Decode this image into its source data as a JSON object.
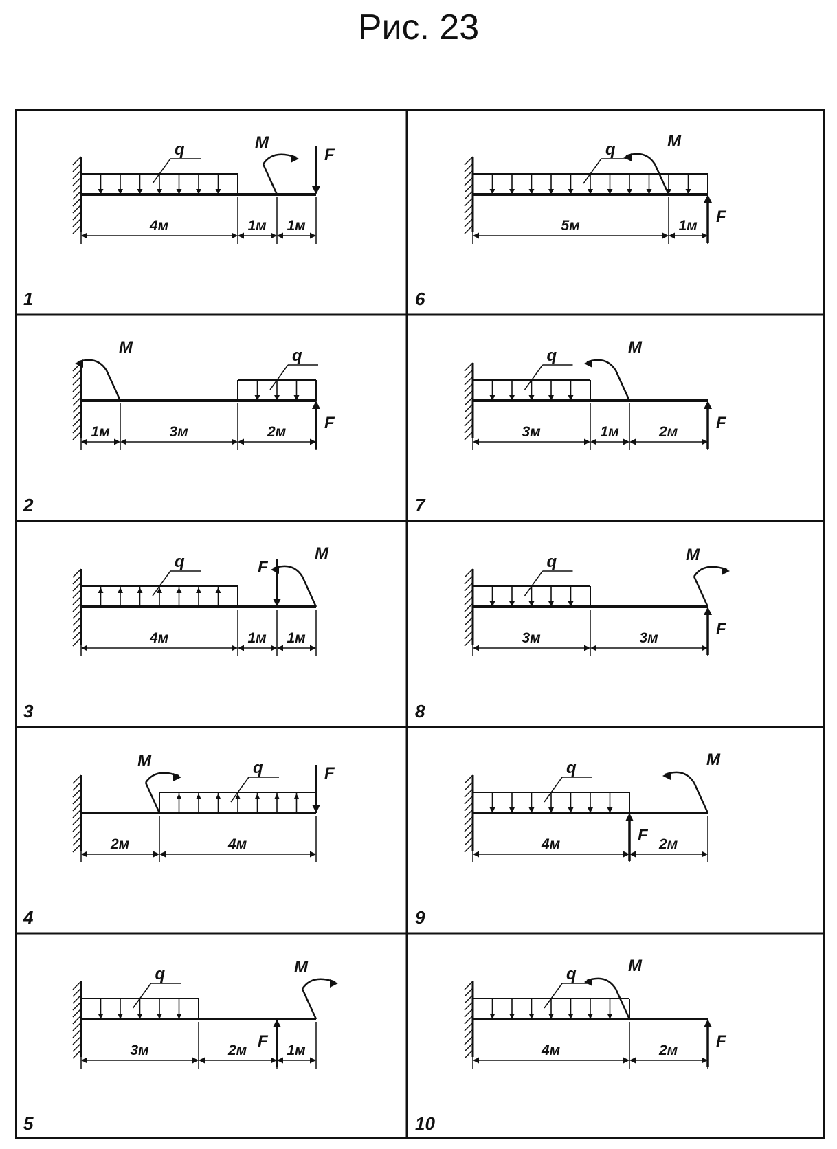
{
  "figure_title": "Рис. 23",
  "labels": {
    "q": "q",
    "M": "M",
    "F": "F"
  },
  "schemes": [
    {
      "number": "1",
      "dims": [
        "4м",
        "1м",
        "1м"
      ]
    },
    {
      "number": "2",
      "dims": [
        "1м",
        "3м",
        "2м"
      ]
    },
    {
      "number": "3",
      "dims": [
        "4м",
        "1м",
        "1м"
      ]
    },
    {
      "number": "4",
      "dims": [
        "2м",
        "4м"
      ]
    },
    {
      "number": "5",
      "dims": [
        "3м",
        "2м",
        "1м"
      ]
    },
    {
      "number": "6",
      "dims": [
        "5м",
        "1м"
      ]
    },
    {
      "number": "7",
      "dims": [
        "3м",
        "1м",
        "2м"
      ]
    },
    {
      "number": "8",
      "dims": [
        "3м",
        "3м"
      ]
    },
    {
      "number": "9",
      "dims": [
        "4м",
        "2м"
      ]
    },
    {
      "number": "10",
      "dims": [
        "4м",
        "2м"
      ]
    }
  ]
}
